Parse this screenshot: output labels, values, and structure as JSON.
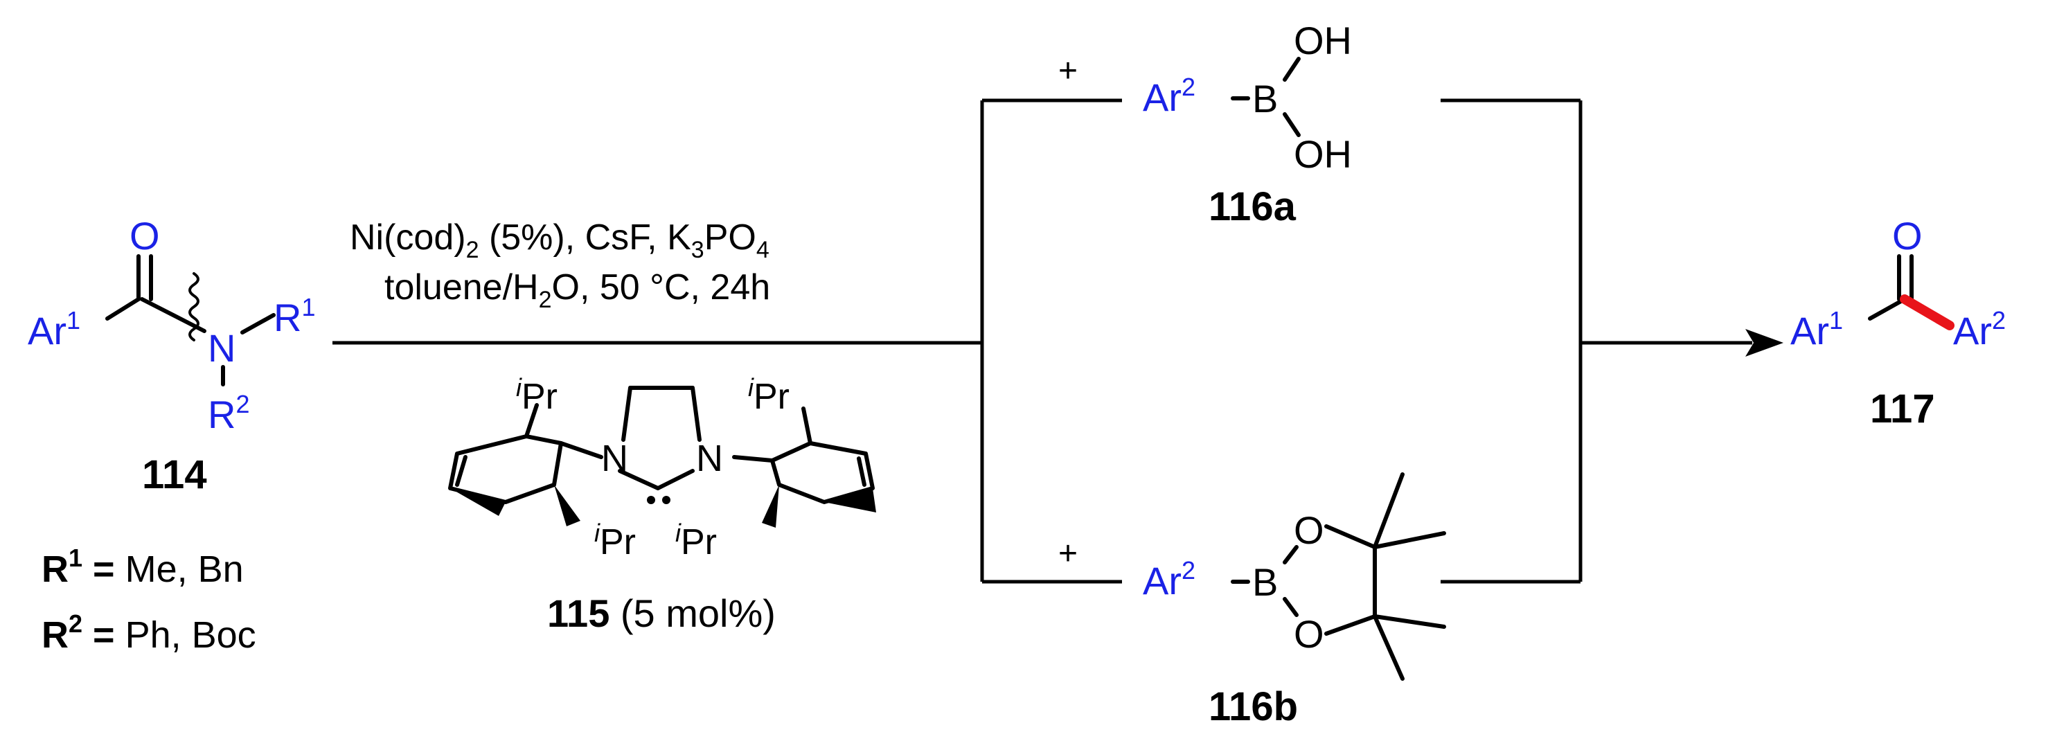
{
  "reactant": {
    "label": "114",
    "oxygen": "O",
    "ar": "Ar",
    "ar_sup": "1",
    "nitrogen": "N",
    "r1": "R",
    "r1_sup": "1",
    "r2": "R",
    "r2_sup": "2",
    "sub_r1_label": "R",
    "sub_r1_sup": "1",
    "sub_r1_eq": " =",
    "sub_r1_values": " Me, Bn",
    "sub_r2_label": "R",
    "sub_r2_sup": "2",
    "sub_r2_eq": " =",
    "sub_r2_values": " Ph, Boc"
  },
  "conditions": {
    "line1_a": "Ni(cod)",
    "line1_sub": "2",
    "line1_b": " (5%), CsF, K",
    "line1_sub2": "3",
    "line1_c": "PO",
    "line1_sub3": "4",
    "line2_a": "toluene/H",
    "line2_sub": "2",
    "line2_b": "O, 50 °C, 24h"
  },
  "catalyst": {
    "label": "115",
    "loading": " (5 mol%)",
    "n_left": "N",
    "n_right": "N",
    "ipr_i": "i",
    "ipr_pr": "Pr"
  },
  "boronic_acid": {
    "label": "116a",
    "plus": "+",
    "ar": "Ar",
    "ar_sup": "2",
    "boron": "B",
    "oh_top": "OH",
    "oh_bottom": "OH"
  },
  "boronic_ester": {
    "label": "116b",
    "plus": "+",
    "ar": "Ar",
    "ar_sup": "2",
    "boron": "B",
    "o_top": "O",
    "o_bottom": "O"
  },
  "product": {
    "label": "117",
    "oxygen": "O",
    "ar1": "Ar",
    "ar1_sup": "1",
    "ar2": "Ar",
    "ar2_sup": "2"
  },
  "colors": {
    "substituent_blue": "#1a22e6",
    "new_bond_red": "#e8141a",
    "ink": "#000000"
  }
}
